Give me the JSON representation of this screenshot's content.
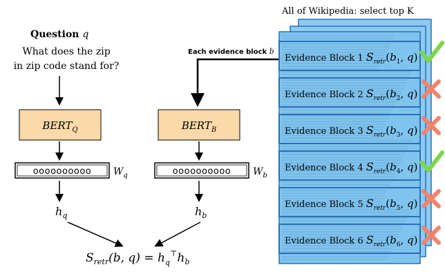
{
  "header": {
    "wiki_title": "All of Wikipedia: select top K"
  },
  "question": {
    "heading_word": "Question",
    "heading_var": "q",
    "line1": "What does the zip",
    "line2": "in zip code stand for?"
  },
  "evidence_label": {
    "text": "Each evidence block",
    "var": "b"
  },
  "encoders": {
    "q": {
      "base": "BERT",
      "sub": "Q"
    },
    "b": {
      "base": "BERT",
      "sub": "B"
    }
  },
  "vectors": {
    "q": {
      "circles": "oooooooooo",
      "label_base": "W",
      "label_sub": "q"
    },
    "b": {
      "circles": "oooooooooo",
      "label_base": "W",
      "label_sub": "b"
    }
  },
  "hidden": {
    "q": {
      "base": "h",
      "sub": "q"
    },
    "b": {
      "base": "h",
      "sub": "b"
    }
  },
  "score": {
    "lhs_base": "S",
    "lhs_sub": "retr",
    "lhs_args": "(b, q) = h",
    "rhs_sub": "q",
    "rhs_sup": "⊤",
    "rhs_tail": "h",
    "rhs_tail_sub": "b"
  },
  "blocks": [
    {
      "label": "Evidence Block 1",
      "score_var": "b",
      "score_sub": "1",
      "selected": true
    },
    {
      "label": "Evidence Block 2",
      "score_var": "b",
      "score_sub": "2",
      "selected": false
    },
    {
      "label": "Evidence Block 3",
      "score_var": "b",
      "score_sub": "3",
      "selected": false
    },
    {
      "label": "Evidence Block 4",
      "score_var": "b",
      "score_sub": "4",
      "selected": true
    },
    {
      "label": "Evidence Block 5",
      "score_var": "b",
      "score_sub": "5",
      "selected": false
    },
    {
      "label": "Evidence Block 6",
      "score_var": "b",
      "score_sub": "6",
      "selected": false
    }
  ],
  "colors": {
    "encoder_fill": "#fbd9a8",
    "doc_fill": "#7fc4ef",
    "doc_border": "#2a6fb5",
    "check": "#7cd64a",
    "cross": "#f3836b"
  }
}
